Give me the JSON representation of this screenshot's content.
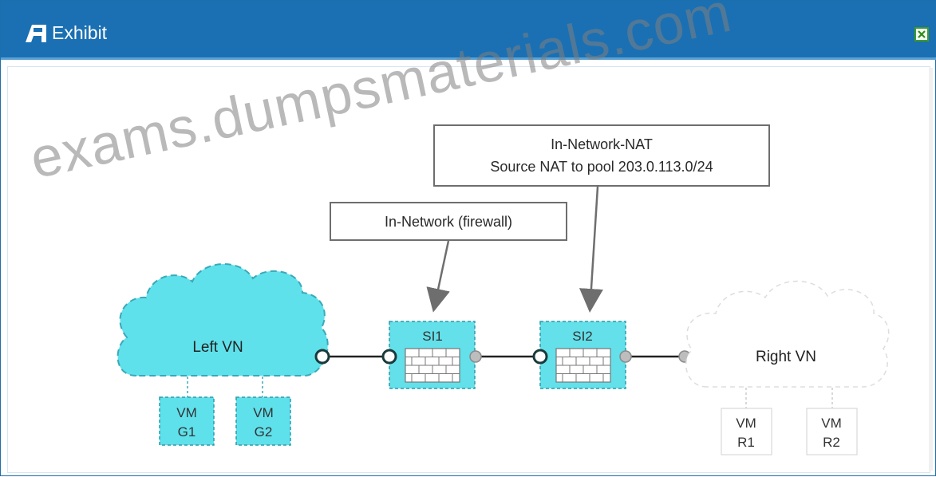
{
  "window": {
    "title": "Exhibit",
    "title_bar_color": "#1a70b3",
    "close_icon": "close-box-icon"
  },
  "diagram": {
    "callouts": {
      "nat_line1": "In-Network-NAT",
      "nat_line2": "Source NAT to pool 203.0.113.0/24",
      "firewall": "In-Network (firewall)"
    },
    "left_vn": {
      "label": "Left VN",
      "color": "#5fe1ec",
      "vms": [
        {
          "line1": "VM",
          "line2": "G1"
        },
        {
          "line1": "VM",
          "line2": "G2"
        }
      ]
    },
    "service_instances": [
      {
        "label": "SI1",
        "color": "#63e0ea",
        "icon": "firewall-brick-icon"
      },
      {
        "label": "SI2",
        "color": "#63e0ea",
        "icon": "firewall-brick-icon"
      }
    ],
    "right_vn": {
      "label": "Right VN",
      "vms": [
        {
          "line1": "VM",
          "line2": "R1"
        },
        {
          "line1": "VM",
          "line2": "R2"
        }
      ]
    }
  },
  "watermark": "exams.dumpsmaterials.com"
}
